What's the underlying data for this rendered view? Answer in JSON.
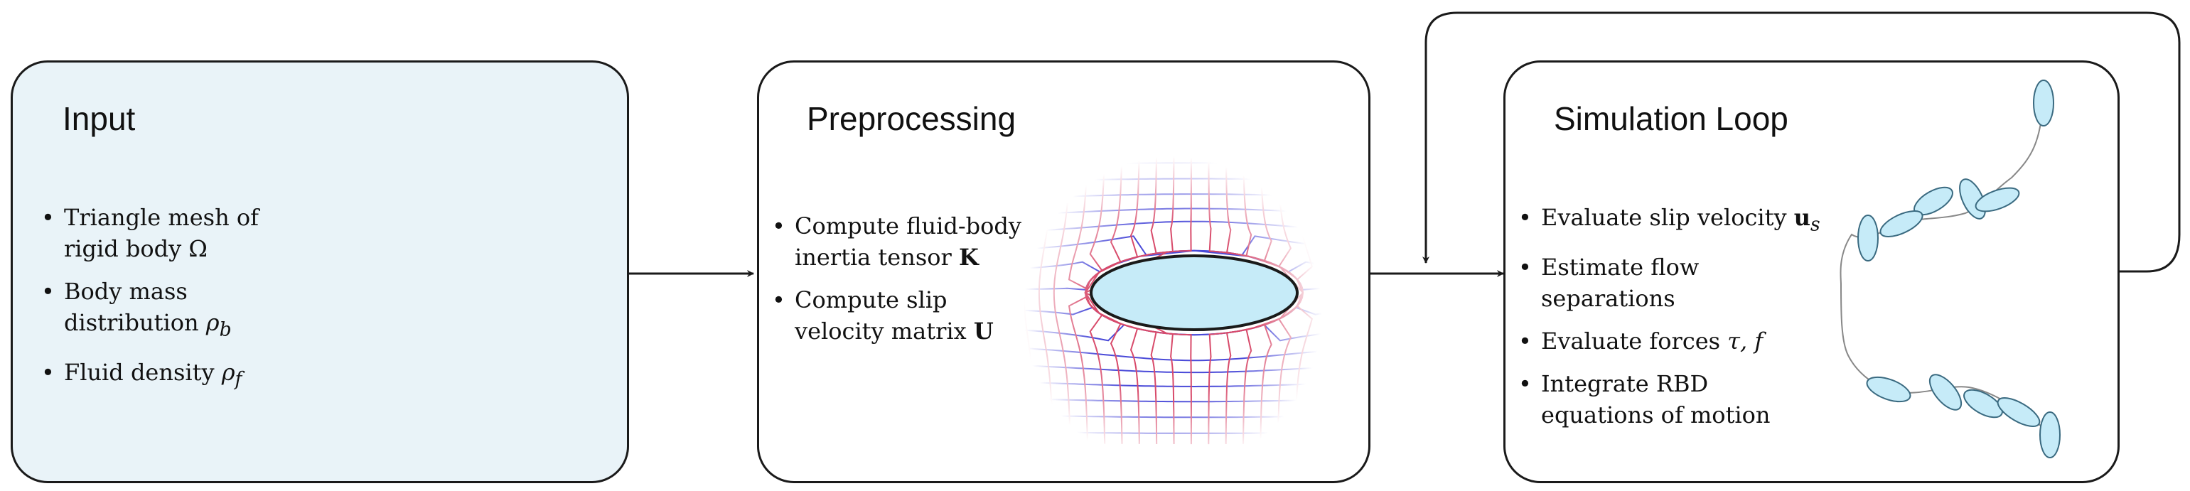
{
  "panels": [
    {
      "title": "Input",
      "bullets": [
        {
          "lines": [
            "Triangle mesh of",
            "rigid body"
          ],
          "symbol": "Ω",
          "symbol_style": "plain"
        },
        {
          "lines": [
            "Body mass",
            "distribution"
          ],
          "symbol": "ρ",
          "sub": "b",
          "symbol_style": "italic"
        },
        {
          "lines": [
            "Fluid density"
          ],
          "symbol": "ρ",
          "sub": "f",
          "symbol_style": "italic"
        }
      ]
    },
    {
      "title": "Preprocessing",
      "bullets": [
        {
          "lines": [
            "Compute fluid-body",
            "inertia tensor"
          ],
          "symbol": "K",
          "symbol_style": "bold"
        },
        {
          "lines": [
            "Compute slip",
            "velocity matrix"
          ],
          "symbol": "U",
          "symbol_style": "bold"
        }
      ]
    },
    {
      "title": "Simulation Loop",
      "bullets": [
        {
          "lines": [
            "Evaluate slip velocity"
          ],
          "symbol": "u",
          "sub": "s",
          "symbol_style": "bold"
        },
        {
          "lines": [
            "Estimate flow",
            "separations"
          ]
        },
        {
          "lines": [
            "Evaluate forces"
          ],
          "symbol": "τ, f",
          "symbol_style": "mixed"
        },
        {
          "lines": [
            "Integrate RBD",
            "equations of motion"
          ]
        }
      ]
    }
  ],
  "colors": {
    "panel_fill": "#e9f3f8",
    "mesh_fill": "#c6ebf8",
    "ellipse_fill": "#c6ebf8",
    "field_blue": "#4a4ad8",
    "field_red": "#d84a6a",
    "stroke": "#1a1a1a"
  }
}
